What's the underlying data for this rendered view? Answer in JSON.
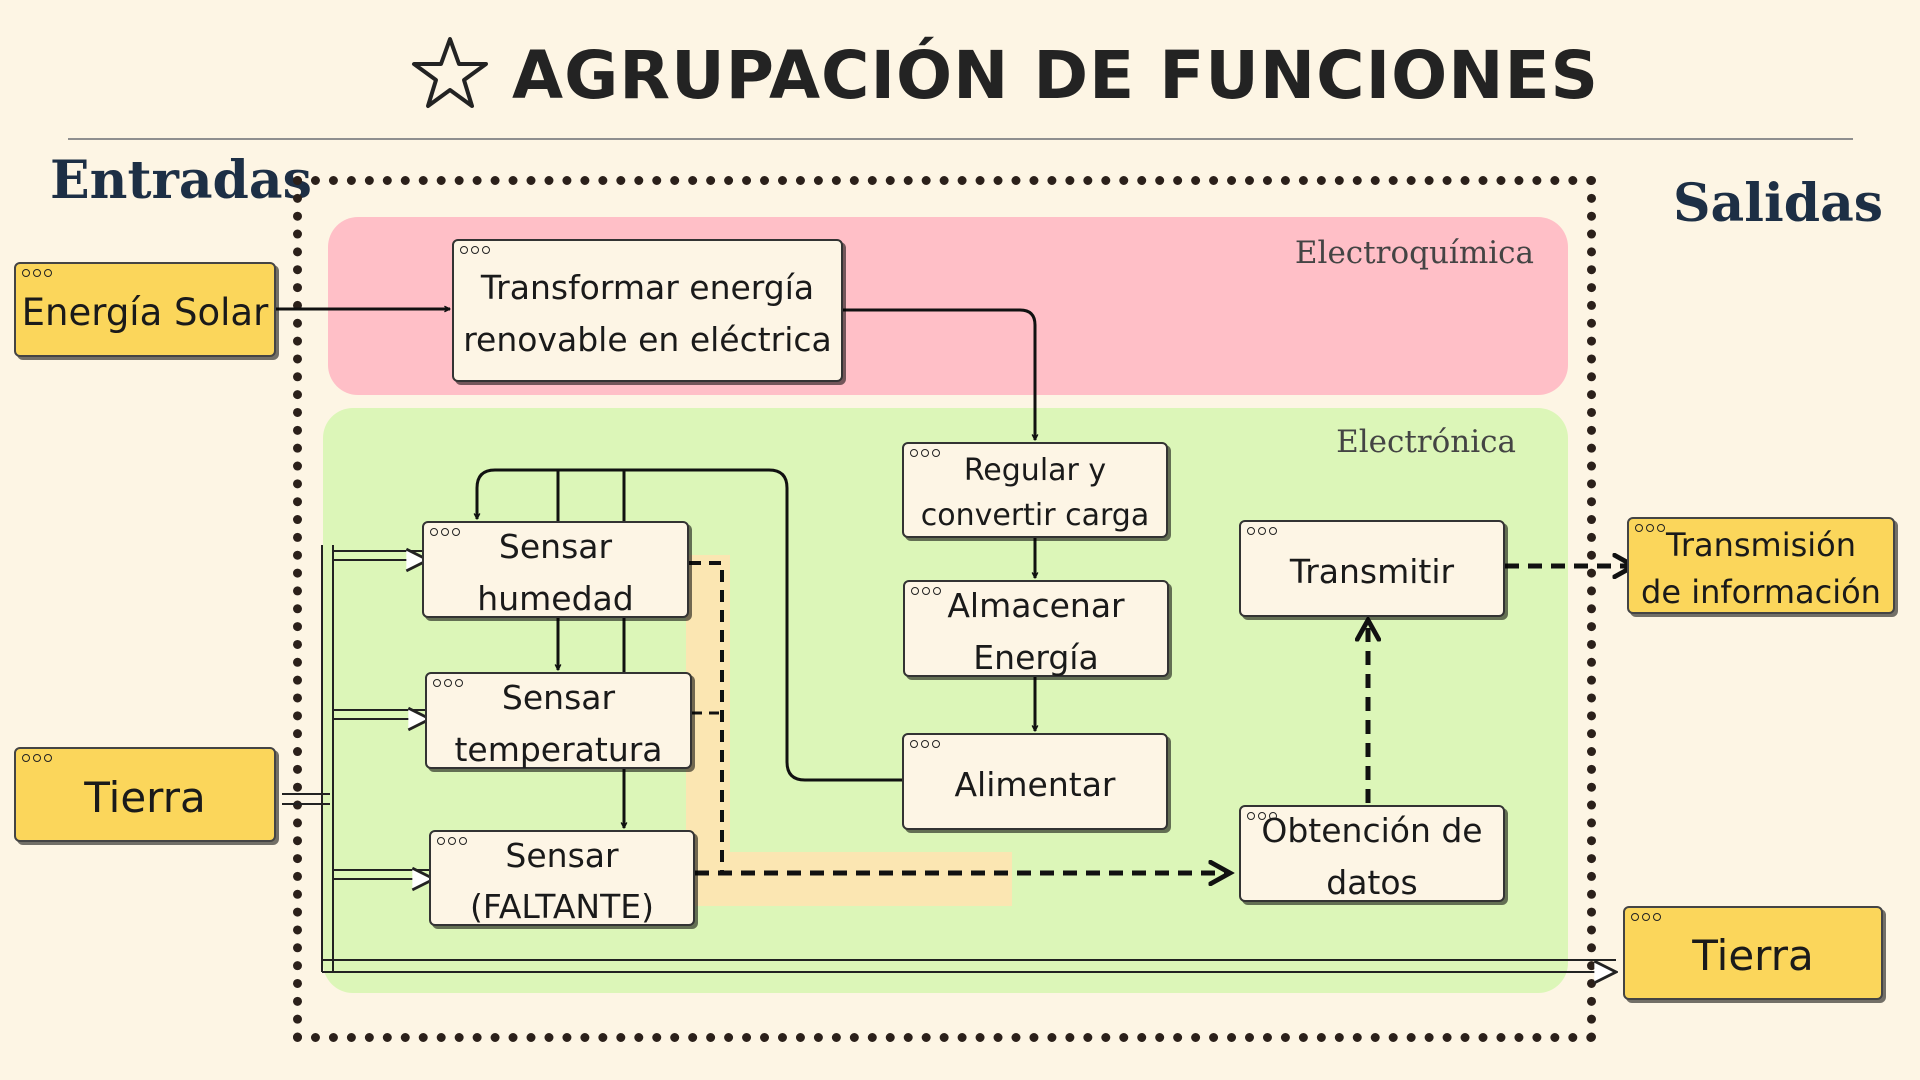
{
  "title": {
    "text": "AGRUPACIÓN DE FUNCIONES",
    "icon": "star-outline-icon"
  },
  "side_labels": {
    "inputs": "Entradas",
    "outputs": "Salidas"
  },
  "regions": {
    "electrochemical": "Electroquímica",
    "electronic": "Electrónica"
  },
  "inputs": {
    "solar": "Energía Solar",
    "ground": "Tierra"
  },
  "outputs": {
    "info": [
      "Transmisión",
      "de información"
    ],
    "ground": "Tierra"
  },
  "functions": {
    "transform": [
      "Transformar energía",
      "renovable en eléctrica"
    ],
    "regulate": [
      "Regular y",
      "convertir carga"
    ],
    "store": [
      "Almacenar",
      "Energía"
    ],
    "power": "Alimentar",
    "humidity": [
      "Sensar",
      "humedad"
    ],
    "temperature": [
      "Sensar",
      "temperatura"
    ],
    "missing": [
      "Sensar",
      "(FALTANTE)"
    ],
    "data": [
      "Obtención de",
      "datos"
    ],
    "transmit": "Transmitir"
  },
  "colors": {
    "background": "#fdf5e4",
    "electrochemical_region": "#ffbfc7",
    "electronic_region": "#dcf6b8",
    "io_box": "#fbd65b",
    "function_box": "#fdf5e5",
    "highlight": "#fbe6b2",
    "label_navy": "#1d2f45",
    "border_dots": "#2b201a"
  }
}
